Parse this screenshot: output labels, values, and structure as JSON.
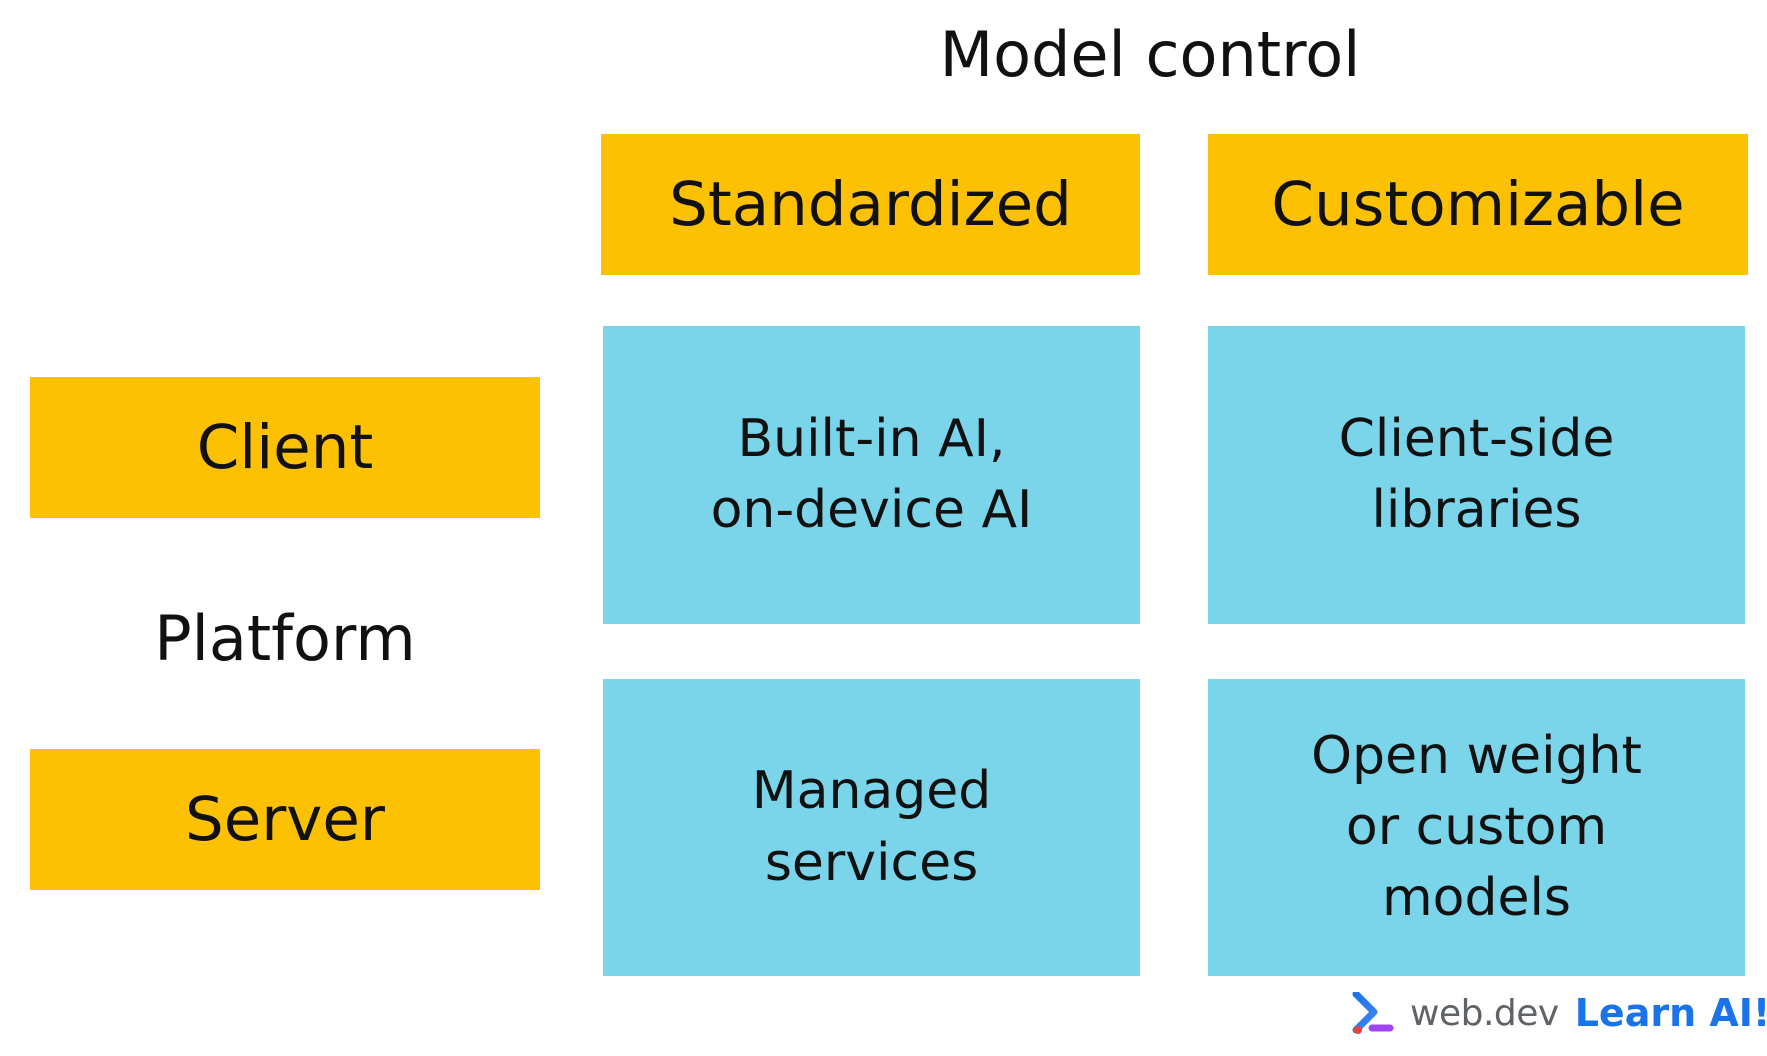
{
  "axes": {
    "column_title": "Model control",
    "row_title": "Platform"
  },
  "columns": [
    {
      "label": "Standardized"
    },
    {
      "label": "Customizable"
    }
  ],
  "rows": [
    {
      "label": "Client"
    },
    {
      "label": "Server"
    }
  ],
  "cells": {
    "client_standardized": [
      "Built-in AI,",
      "on-device AI"
    ],
    "client_customizable": [
      "Client-side",
      "libraries"
    ],
    "server_standardized": [
      "Managed",
      "services"
    ],
    "server_customizable": [
      "Open weight",
      "or custom",
      "models"
    ]
  },
  "footer": {
    "logo_icon": "web-dev-chevron-logo-icon",
    "site": "web.dev",
    "tagline": "Learn AI!"
  },
  "colors": {
    "header_fill": "#FBC102",
    "cell_fill": "#7AD5EA",
    "tagline": "#1a73e8",
    "site_text": "#5f6368"
  }
}
